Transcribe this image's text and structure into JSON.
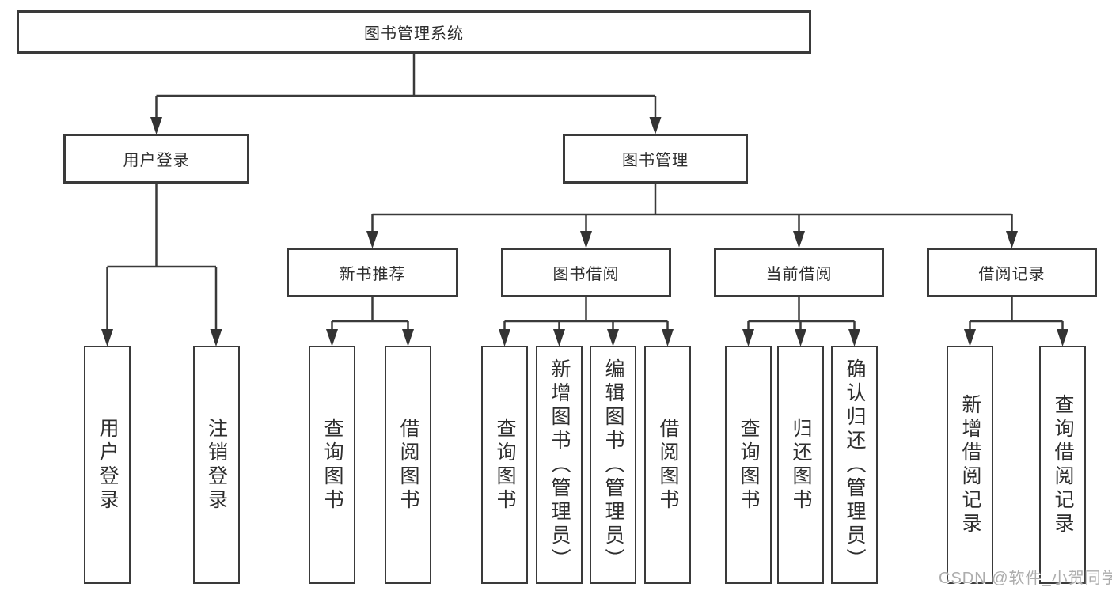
{
  "diagram": {
    "root": {
      "label": "图书管理系统"
    },
    "branches": [
      {
        "label": "用户登录",
        "children": [
          {
            "label": "用户登录"
          },
          {
            "label": "注销登录"
          }
        ]
      },
      {
        "label": "图书管理",
        "children": [
          {
            "label": "新书推荐",
            "children": [
              {
                "label": "查询图书"
              },
              {
                "label": "借阅图书"
              }
            ]
          },
          {
            "label": "图书借阅",
            "children": [
              {
                "label": "查询图书"
              },
              {
                "label": "新增图书（管理员）"
              },
              {
                "label": "编辑图书（管理员）"
              },
              {
                "label": "借阅图书"
              }
            ]
          },
          {
            "label": "当前借阅",
            "children": [
              {
                "label": "查询图书"
              },
              {
                "label": "归还图书"
              },
              {
                "label": "确认归还（管理员）"
              }
            ]
          },
          {
            "label": "借阅记录",
            "children": [
              {
                "label": "新增借阅记录"
              },
              {
                "label": "查询借阅记录"
              }
            ]
          }
        ]
      }
    ]
  },
  "watermark": {
    "text": "CSDN @软件_小贺同学"
  },
  "colors": {
    "line": "#3a3a3a",
    "text": "#2e2e2e",
    "watermark": "#adadad",
    "background": "#ffffff"
  }
}
